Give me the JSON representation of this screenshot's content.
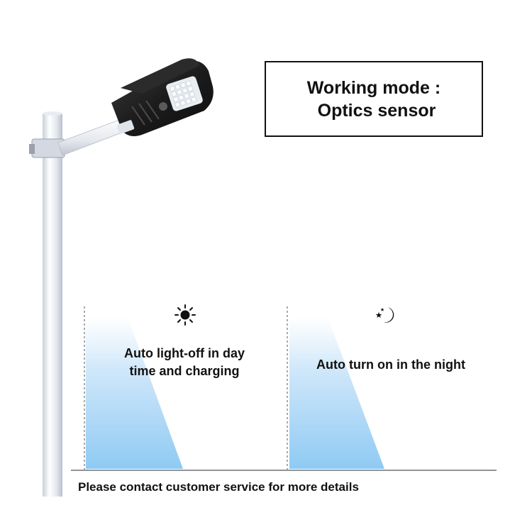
{
  "working_mode": {
    "line1": "Working mode :",
    "line2": "Optics sensor"
  },
  "panels": [
    {
      "icon": "sun-icon",
      "caption_line1": "Auto light-off in day",
      "caption_line2": "time and charging"
    },
    {
      "icon": "moon-stars-icon",
      "caption": "Auto turn on in the night"
    }
  ],
  "footer": "Please contact customer service for more details",
  "colors": {
    "text": "#111111",
    "light_beam": "#8fcaf3",
    "lamp_body": "#1f1f1f",
    "pole": "#eef1f6"
  }
}
